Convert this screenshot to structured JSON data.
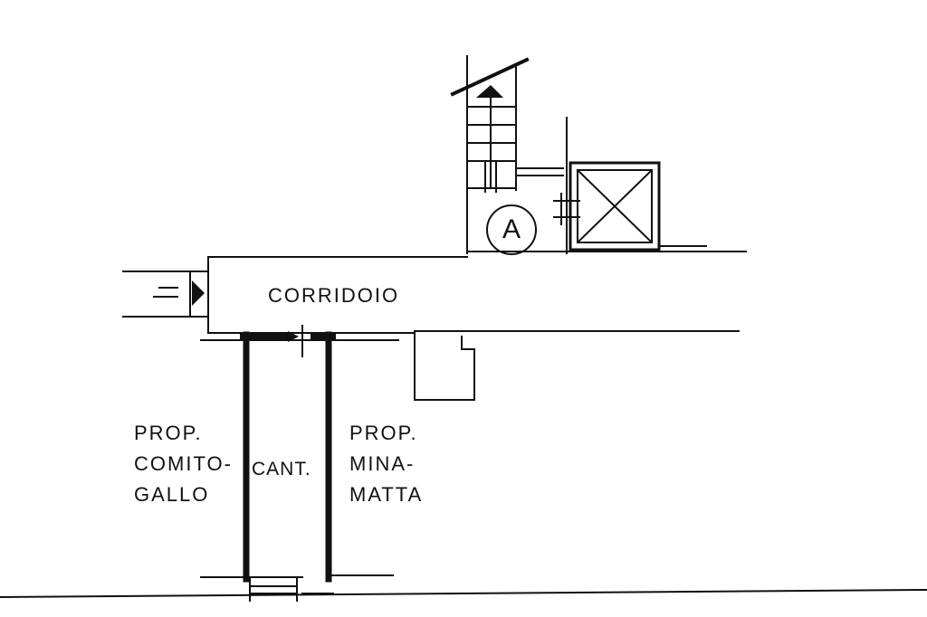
{
  "labels": {
    "corridoio": "CORRIDOIO",
    "cantina": "CANT.",
    "circle_marker": "A",
    "left_owner": [
      "PROP.",
      "COMITO-",
      "GALLO"
    ],
    "right_owner": [
      "PROP.",
      "MINA-",
      "MATTA"
    ]
  },
  "colors": {
    "ink": "#111111",
    "paper": "#ffffff"
  }
}
